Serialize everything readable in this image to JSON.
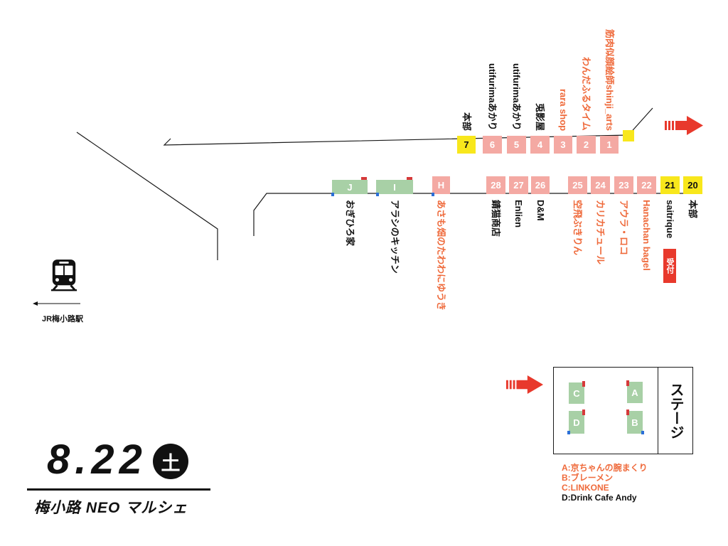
{
  "poster": {
    "date": "8.22",
    "weekday": "土",
    "event_name": "梅小路 NEO マルシェ"
  },
  "colors": {
    "line": "#1a1a1a",
    "arrow_red": "#e8392c",
    "reception_red": "#e8392c",
    "marker_red": "#d6393a",
    "marker_blue": "#2b6fd8",
    "marker_yellow": "#f8e71c"
  },
  "station": {
    "label": "JR梅小路駅",
    "icon": "train-icon",
    "arrow_icon": "left-arrow-icon"
  },
  "entrance_arrows": [
    {
      "icon": "entrance-arrow-icon"
    },
    {
      "icon": "entrance-arrow-icon"
    }
  ],
  "upper_row": [
    {
      "code": "7",
      "name": "本部",
      "fill": "#f8e71c",
      "code_color": "#111111",
      "label_color": "#111111"
    },
    {
      "code": "6",
      "name": "utifurimaあかり",
      "fill": "#f4a9a3",
      "code_color": "#ffffff",
      "label_color": "#111111"
    },
    {
      "code": "5",
      "name": "utifurimaあかり",
      "fill": "#f4a9a3",
      "code_color": "#ffffff",
      "label_color": "#111111"
    },
    {
      "code": "4",
      "name": "兎影屋",
      "fill": "#f4a9a3",
      "code_color": "#ffffff",
      "label_color": "#111111"
    },
    {
      "code": "3",
      "name": "rara shop",
      "fill": "#f4a9a3",
      "code_color": "#ffffff",
      "label_color": "#ef6a3b"
    },
    {
      "code": "2",
      "name": "わんだふるタイム",
      "fill": "#f4a9a3",
      "code_color": "#ffffff",
      "label_color": "#ef6a3b"
    },
    {
      "code": "1",
      "name": "筋肉似顔絵師shinji_arts",
      "fill": "#f4a9a3",
      "code_color": "#ffffff",
      "label_color": "#ef6a3b"
    }
  ],
  "lower_row": [
    {
      "code": "J",
      "name": "おぎひろ家",
      "fill": "#a8d0a6",
      "code_color": "#ffffff",
      "label_color": "#111111"
    },
    {
      "code": "I",
      "name": "アラシのキッチン",
      "fill": "#a8d0a6",
      "code_color": "#ffffff",
      "label_color": "#111111"
    },
    {
      "code": "H",
      "name": "あさも畑のたわわにゆうき",
      "fill": "#f4a9a3",
      "code_color": "#ffffff",
      "label_color": "#ef6a3b"
    },
    {
      "code": "28",
      "name": "錆猫商店",
      "fill": "#f4a9a3",
      "code_color": "#ffffff",
      "label_color": "#111111"
    },
    {
      "code": "27",
      "name": "Enlien",
      "fill": "#f4a9a3",
      "code_color": "#ffffff",
      "label_color": "#111111"
    },
    {
      "code": "26",
      "name": "D&M",
      "fill": "#f4a9a3",
      "code_color": "#ffffff",
      "label_color": "#111111"
    },
    {
      "code": "25",
      "name": "空飛ぶきりん",
      "fill": "#f4a9a3",
      "code_color": "#ffffff",
      "label_color": "#ef6a3b"
    },
    {
      "code": "24",
      "name": "カリカチュール",
      "fill": "#f4a9a3",
      "code_color": "#ffffff",
      "label_color": "#ef6a3b"
    },
    {
      "code": "23",
      "name": "アウラ・ロコ",
      "fill": "#f4a9a3",
      "code_color": "#ffffff",
      "label_color": "#ef6a3b"
    },
    {
      "code": "22",
      "name": "Hanachan bagel",
      "fill": "#f4a9a3",
      "code_color": "#ffffff",
      "label_color": "#ef6a3b"
    },
    {
      "code": "21",
      "name": "saitrique",
      "fill": "#f8e71c",
      "code_color": "#111111",
      "label_color": "#111111",
      "tag": "受付"
    },
    {
      "code": "20",
      "name": "本部",
      "fill": "#f8e71c",
      "code_color": "#111111",
      "label_color": "#111111"
    }
  ],
  "stage": {
    "label": "ステージ",
    "booths": [
      {
        "code": "C",
        "fill": "#a8d0a6"
      },
      {
        "code": "D",
        "fill": "#a8d0a6"
      },
      {
        "code": "A",
        "fill": "#a8d0a6"
      },
      {
        "code": "B",
        "fill": "#a8d0a6"
      }
    ]
  },
  "legend": [
    {
      "text": "A:京ちゃんの腕まくり",
      "color": "#ef6a3b"
    },
    {
      "text": "B:ブレーメン",
      "color": "#ef6a3b"
    },
    {
      "text": "C:LINKONE",
      "color": "#ef6a3b"
    },
    {
      "text": "D:Drink Cafe Andy",
      "color": "#111111"
    }
  ]
}
